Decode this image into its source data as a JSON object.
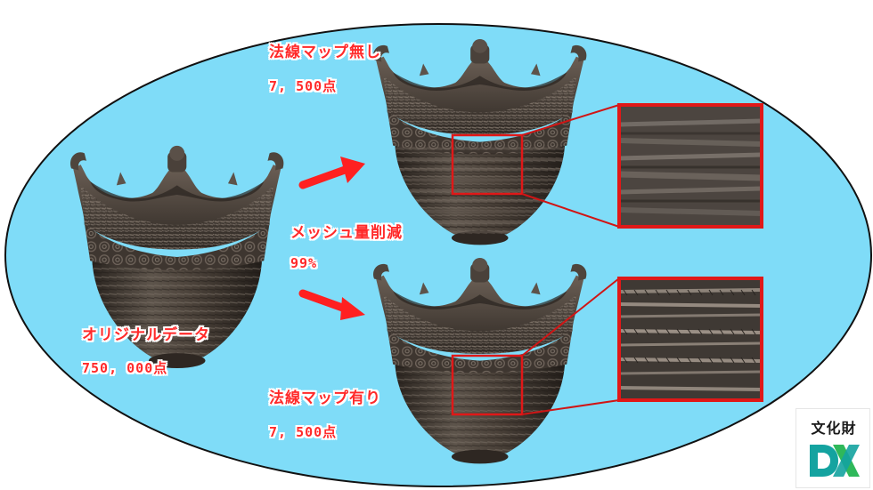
{
  "labels": {
    "no_normal_map_title": "法線マップ無し",
    "no_normal_map_points": "7, 500点",
    "mesh_reduction_title": "メッシュ量削減",
    "mesh_reduction_percent": "99%",
    "original_title": "オリジナルデータ",
    "original_points": "750, 000点",
    "with_normal_map_title": "法線マップ有り",
    "with_normal_map_points": "7, 500点"
  },
  "logo": {
    "text": "文化財"
  },
  "colors": {
    "ellipse_fill": "#7fdcf8",
    "ellipse_stroke": "#111111",
    "accent_red": "#ff2a2a",
    "highlight_box": "#e01818",
    "pottery_dark": "#3a332d",
    "pottery_mid": "#5a5048",
    "logo_teal": "#14a3a0",
    "logo_green": "#2fb85a"
  },
  "icons": [
    "arrow-icon",
    "dx-logo-icon"
  ]
}
